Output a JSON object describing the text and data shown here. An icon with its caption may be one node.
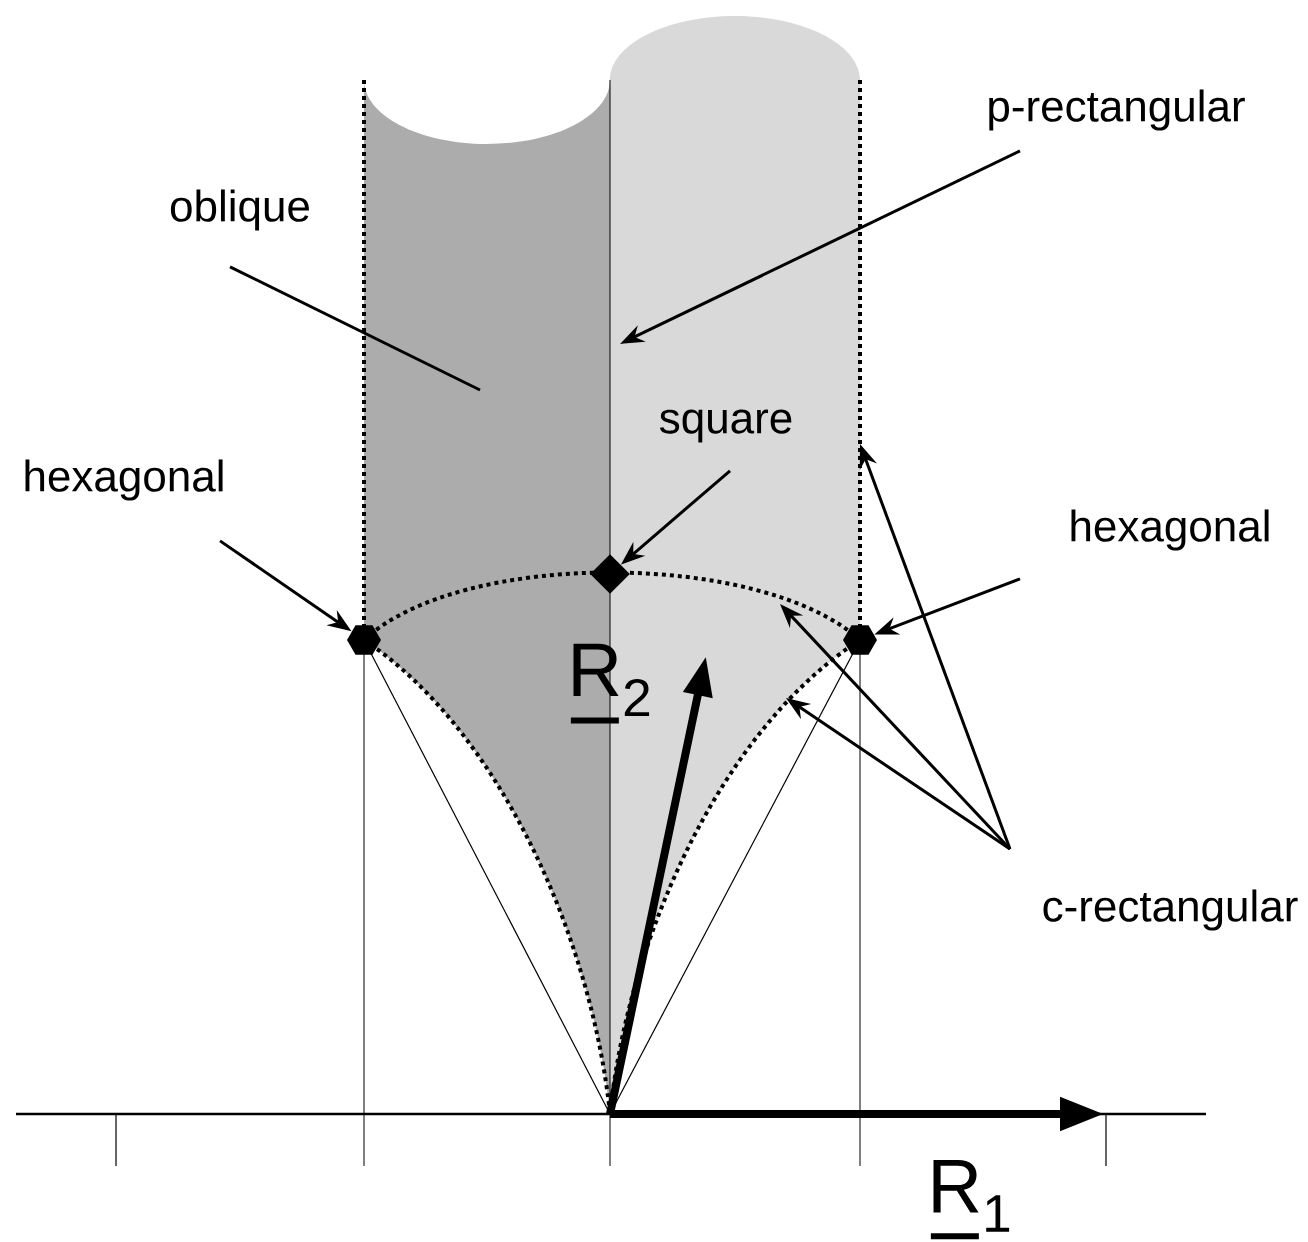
{
  "diagram": {
    "nodes": [
      {
        "text": [
          "oblique"
        ]
      },
      {
        "text": [
          "p-rectangular"
        ]
      },
      {
        "text": [
          "square"
        ]
      },
      {
        "text": [
          "hexagonal"
        ]
      },
      {
        "text": [
          "hexagonal"
        ]
      },
      {
        "text": [
          "c-rectangular"
        ]
      },
      {
        "text": [],
        "shape": "hexagon"
      },
      {
        "text": [],
        "shape": "diamond"
      },
      {
        "text": [],
        "shape": "hexagon"
      }
    ],
    "edges": [
      {
        "from": 0,
        "to": null,
        "arrow": "none"
      },
      {
        "from": 1,
        "to": null,
        "arrow": "to"
      },
      {
        "from": 2,
        "to": 7,
        "arrow": "to"
      },
      {
        "from": 3,
        "to": 6,
        "arrow": "to"
      },
      {
        "from": 4,
        "to": 8,
        "arrow": "to"
      },
      {
        "from": 5,
        "to": null,
        "arrow": "to"
      },
      {
        "from": 5,
        "to": null,
        "arrow": "to"
      },
      {
        "from": 5,
        "to": null,
        "arrow": "to"
      }
    ],
    "labels": [
      "R$_{2}$",
      "R$_{1}$"
    ]
  }
}
